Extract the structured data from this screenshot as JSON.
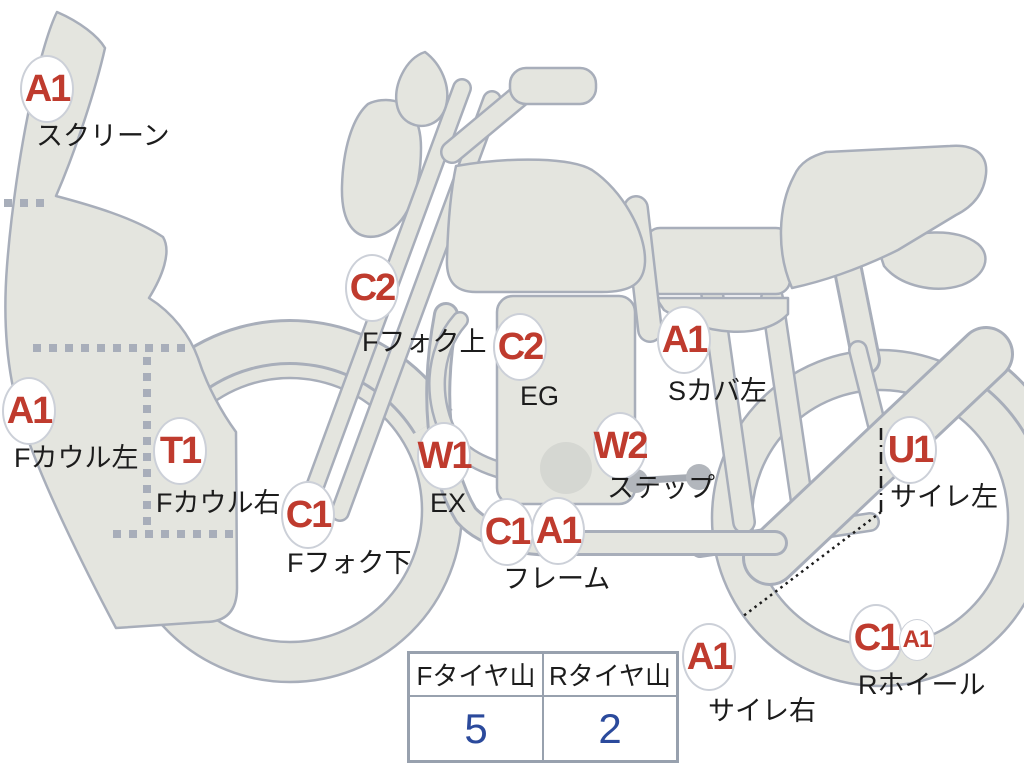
{
  "diagram": {
    "title": "motorcycle-condition-map",
    "annotations": [
      {
        "codes": [
          "A1"
        ],
        "label": "スクリーン"
      },
      {
        "codes": [
          "A1"
        ],
        "label": "Fカウル左"
      },
      {
        "codes": [
          "T1"
        ],
        "label": "Fカウル右"
      },
      {
        "codes": [
          "C2"
        ],
        "label": "Fフォク上"
      },
      {
        "codes": [
          "C2"
        ],
        "label": "EG"
      },
      {
        "codes": [
          "W1"
        ],
        "label": "EX"
      },
      {
        "codes": [
          "C1"
        ],
        "label": "Fフォク下"
      },
      {
        "codes": [
          "C1",
          "A1"
        ],
        "label": "フレーム"
      },
      {
        "codes": [
          "W2"
        ],
        "label": "ステップ"
      },
      {
        "codes": [
          "A1"
        ],
        "label": "Sカバ左"
      },
      {
        "codes": [
          "U1"
        ],
        "label": "サイレ左"
      },
      {
        "codes": [
          "A1"
        ],
        "label": "サイレ右"
      },
      {
        "codes": [
          "C1",
          "A1"
        ],
        "label": "Rホイール"
      }
    ],
    "colors": {
      "body_fill": "#e4e5df",
      "body_outline": "#a8aeba",
      "code_red": "#bf3b2e",
      "label_black": "#1c1c1c",
      "value_blue": "#2b4a9c",
      "table_border": "#98a1ae"
    }
  },
  "tire_table": {
    "headers": [
      "Fタイヤ山",
      "Rタイヤ山"
    ],
    "values": [
      "5",
      "2"
    ]
  }
}
